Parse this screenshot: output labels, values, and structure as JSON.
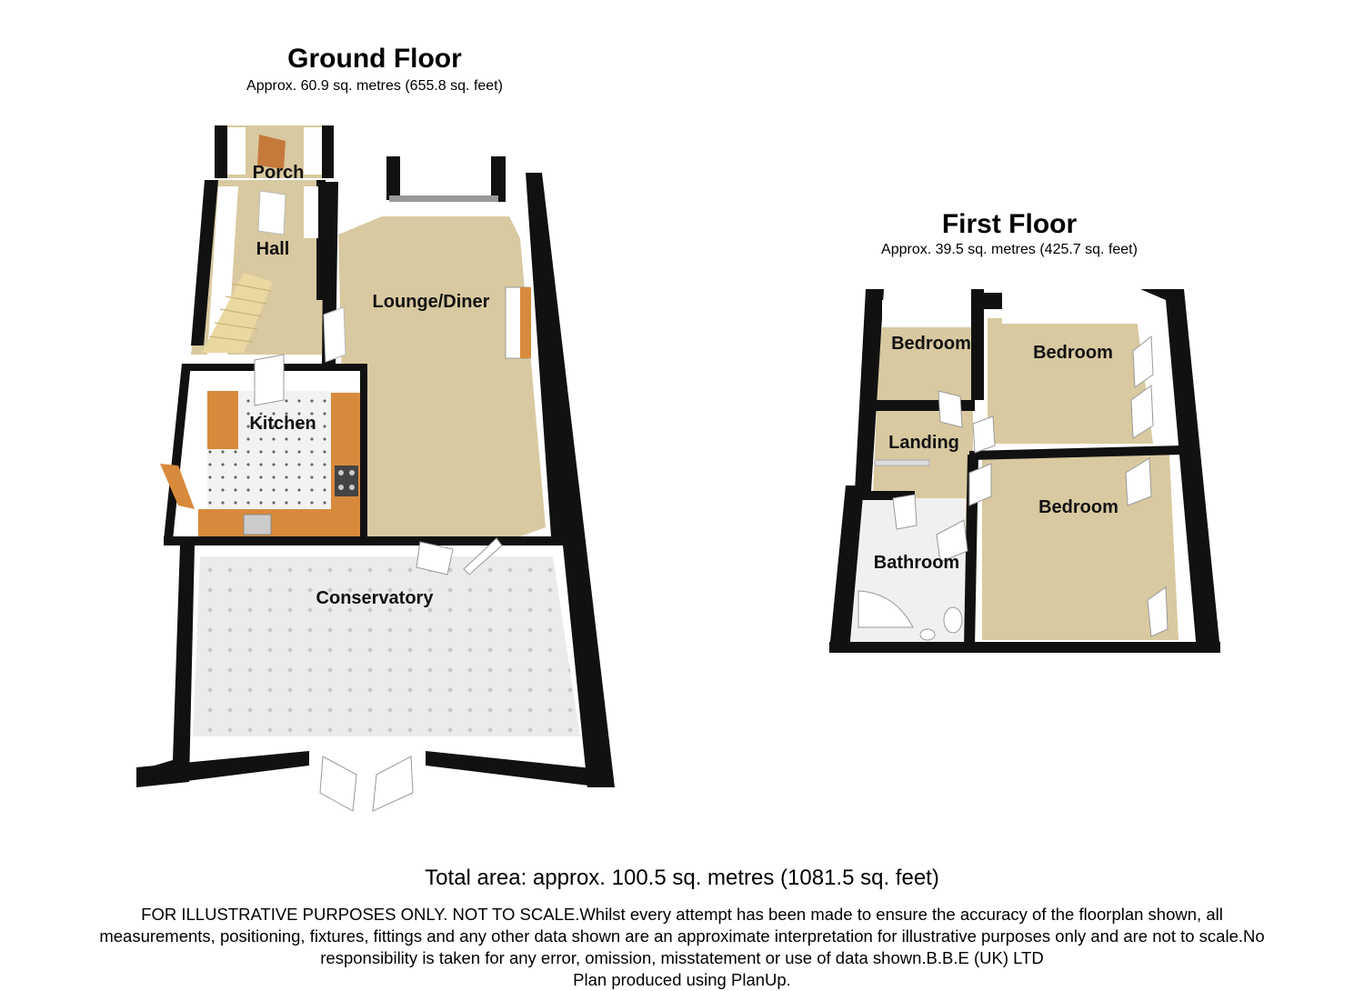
{
  "ground_floor": {
    "title": "Ground Floor",
    "area": "Approx.  60.9 sq. metres (655.8 sq. feet)",
    "rooms": [
      "Porch",
      "Hall",
      "Lounge/Diner",
      "Kitchen",
      "Conservatory"
    ]
  },
  "first_floor": {
    "title": "First Floor",
    "area": "Approx.  39.5 sq. metres (425.7 sq. feet)",
    "rooms": [
      "Bedroom",
      "Bedroom",
      "Landing",
      "Bedroom",
      "Bathroom"
    ]
  },
  "total_area": "Total area: approx. 100.5 sq. metres (1081.5 sq. feet)",
  "disclaimer": [
    "FOR ILLUSTRATIVE PURPOSES ONLY. NOT TO SCALE.Whilst every attempt has been made to ensure the accuracy of the floorplan shown, all",
    "measurements, positioning, fixtures, fittings and any other data shown are an approximate interpretation for illustrative purposes only and are not to scale.No",
    "responsibility is taken for any error, omission, misstatement or use of data shown.B.B.E (UK) LTD",
    "Plan produced using PlanUp."
  ],
  "colors": {
    "wall": "#111111",
    "wall_inner": "#ffffff",
    "carpet": "#d8c9a0",
    "conservatory_floor": "#e9e9e9",
    "kitchen_floor": "#f0f0f0",
    "worktop": "#d88a3c"
  }
}
